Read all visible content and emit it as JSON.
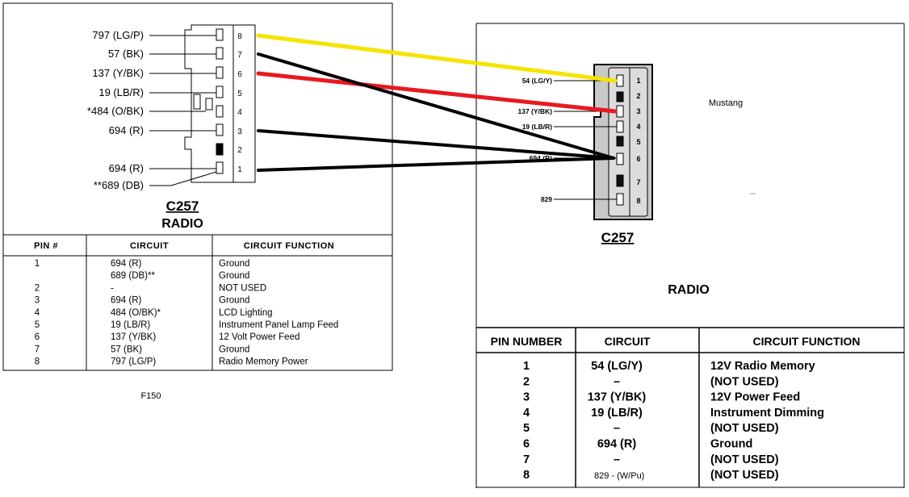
{
  "left": {
    "connector_title": "C257",
    "connector_sub": "RADIO",
    "wire_labels": [
      {
        "text": "797 (LG/P)",
        "pin": "8"
      },
      {
        "text": "57 (BK)",
        "pin": "7"
      },
      {
        "text": "137 (Y/BK)",
        "pin": "6"
      },
      {
        "text": "19 (LB/R)",
        "pin": "5"
      },
      {
        "text": "*484 (O/BK)",
        "pin": "4"
      },
      {
        "text": "694 (R)",
        "pin": "3"
      },
      {
        "text": "694 (R)",
        "pin": "1"
      },
      {
        "text": "**689 (DB)",
        "pin": "1"
      }
    ],
    "pin_numbers": [
      "8",
      "7",
      "6",
      "5",
      "4",
      "3",
      "2",
      "1"
    ],
    "table": {
      "headers": [
        "PIN #",
        "CIRCUIT",
        "CIRCUIT FUNCTION"
      ],
      "rows": [
        [
          "1",
          "694 (R)",
          "Ground"
        ],
        [
          "",
          "689 (DB)**",
          "Ground"
        ],
        [
          "2",
          "-",
          "NOT USED"
        ],
        [
          "3",
          "694 (R)",
          "Ground"
        ],
        [
          "4",
          "484 (O/BK)*",
          "LCD Lighting"
        ],
        [
          "5",
          "19 (LB/R)",
          "Instrument Panel Lamp Feed"
        ],
        [
          "6",
          "137 (Y/BK)",
          "12 Volt Power Feed"
        ],
        [
          "7",
          "57 (BK)",
          "Ground"
        ],
        [
          "8",
          "797 (LG/P)",
          "Radio Memory Power"
        ]
      ]
    },
    "vehicle_label": "F150"
  },
  "right": {
    "connector_title": "C257",
    "connector_sub": "RADIO",
    "vehicle_label": "Mustang",
    "wire_labels": [
      "54 (LG/Y)",
      "137 (Y/BK)",
      "19 (LB/R)",
      "694 (R)",
      "829"
    ],
    "pin_numbers": [
      "1",
      "2",
      "3",
      "4",
      "5",
      "6",
      "7",
      "8"
    ],
    "table": {
      "headers": [
        "PIN NUMBER",
        "CIRCUIT",
        "CIRCUIT FUNCTION"
      ],
      "rows": [
        [
          "1",
          "54 (LG/Y)",
          "12V Radio Memory"
        ],
        [
          "2",
          "–",
          "(NOT USED)"
        ],
        [
          "3",
          "137 (Y/BK)",
          "12V Power Feed"
        ],
        [
          "4",
          "19 (LB/R)",
          "Instrument Dimming"
        ],
        [
          "5",
          "–",
          "(NOT USED)"
        ],
        [
          "6",
          "694 (R)",
          "Ground"
        ],
        [
          "7",
          "–",
          "(NOT USED)"
        ],
        [
          "8",
          "829 -  (W/Pu)",
          "(NOT USED)"
        ]
      ]
    }
  },
  "colors": {
    "yellow_wire": "#f5e400",
    "red_wire": "#e8191f",
    "black_wire": "#000000",
    "connector_fill": "#cccccc"
  }
}
